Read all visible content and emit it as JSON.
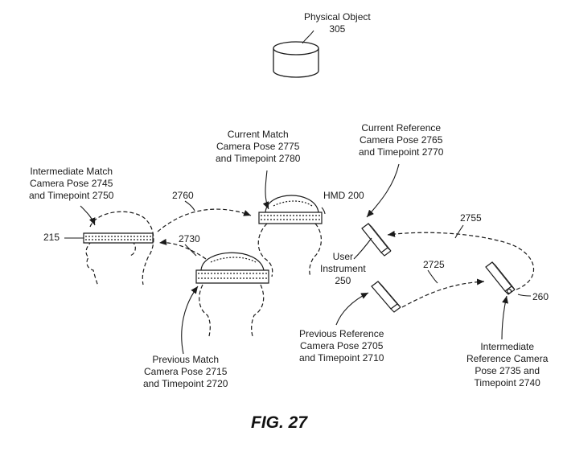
{
  "physical_object": {
    "line1": "Physical Object",
    "line2": "305"
  },
  "current_match": {
    "line1": "Current Match",
    "line2": "Camera Pose 2775",
    "line3": "and Timepoint 2780"
  },
  "current_reference": {
    "line1": "Current Reference",
    "line2": "Camera Pose 2765",
    "line3": "and Timepoint 2770"
  },
  "intermediate_match": {
    "line1": "Intermediate Match",
    "line2": "Camera Pose 2745",
    "line3": "and Timepoint 2750"
  },
  "previous_match": {
    "line1": "Previous Match",
    "line2": "Camera Pose 2715",
    "line3": "and Timepoint 2720"
  },
  "previous_reference": {
    "line1": "Previous Reference",
    "line2": "Camera Pose 2705",
    "line3": "and Timepoint 2710"
  },
  "intermediate_reference": {
    "line1": "Intermediate",
    "line2": "Reference Camera",
    "line3": "Pose 2735 and",
    "line4": "Timepoint 2740"
  },
  "hmd": "HMD 200",
  "user_instrument": {
    "line1": "User",
    "line2": "Instrument",
    "line3": "250"
  },
  "ref_numbers": {
    "r215": "215",
    "r2760": "2760",
    "r2730": "2730",
    "r2755": "2755",
    "r2725": "2725",
    "r260": "260"
  },
  "figure_label": "FIG. 27",
  "colors": {
    "ink": "#1a1a1a",
    "background": "#ffffff"
  }
}
